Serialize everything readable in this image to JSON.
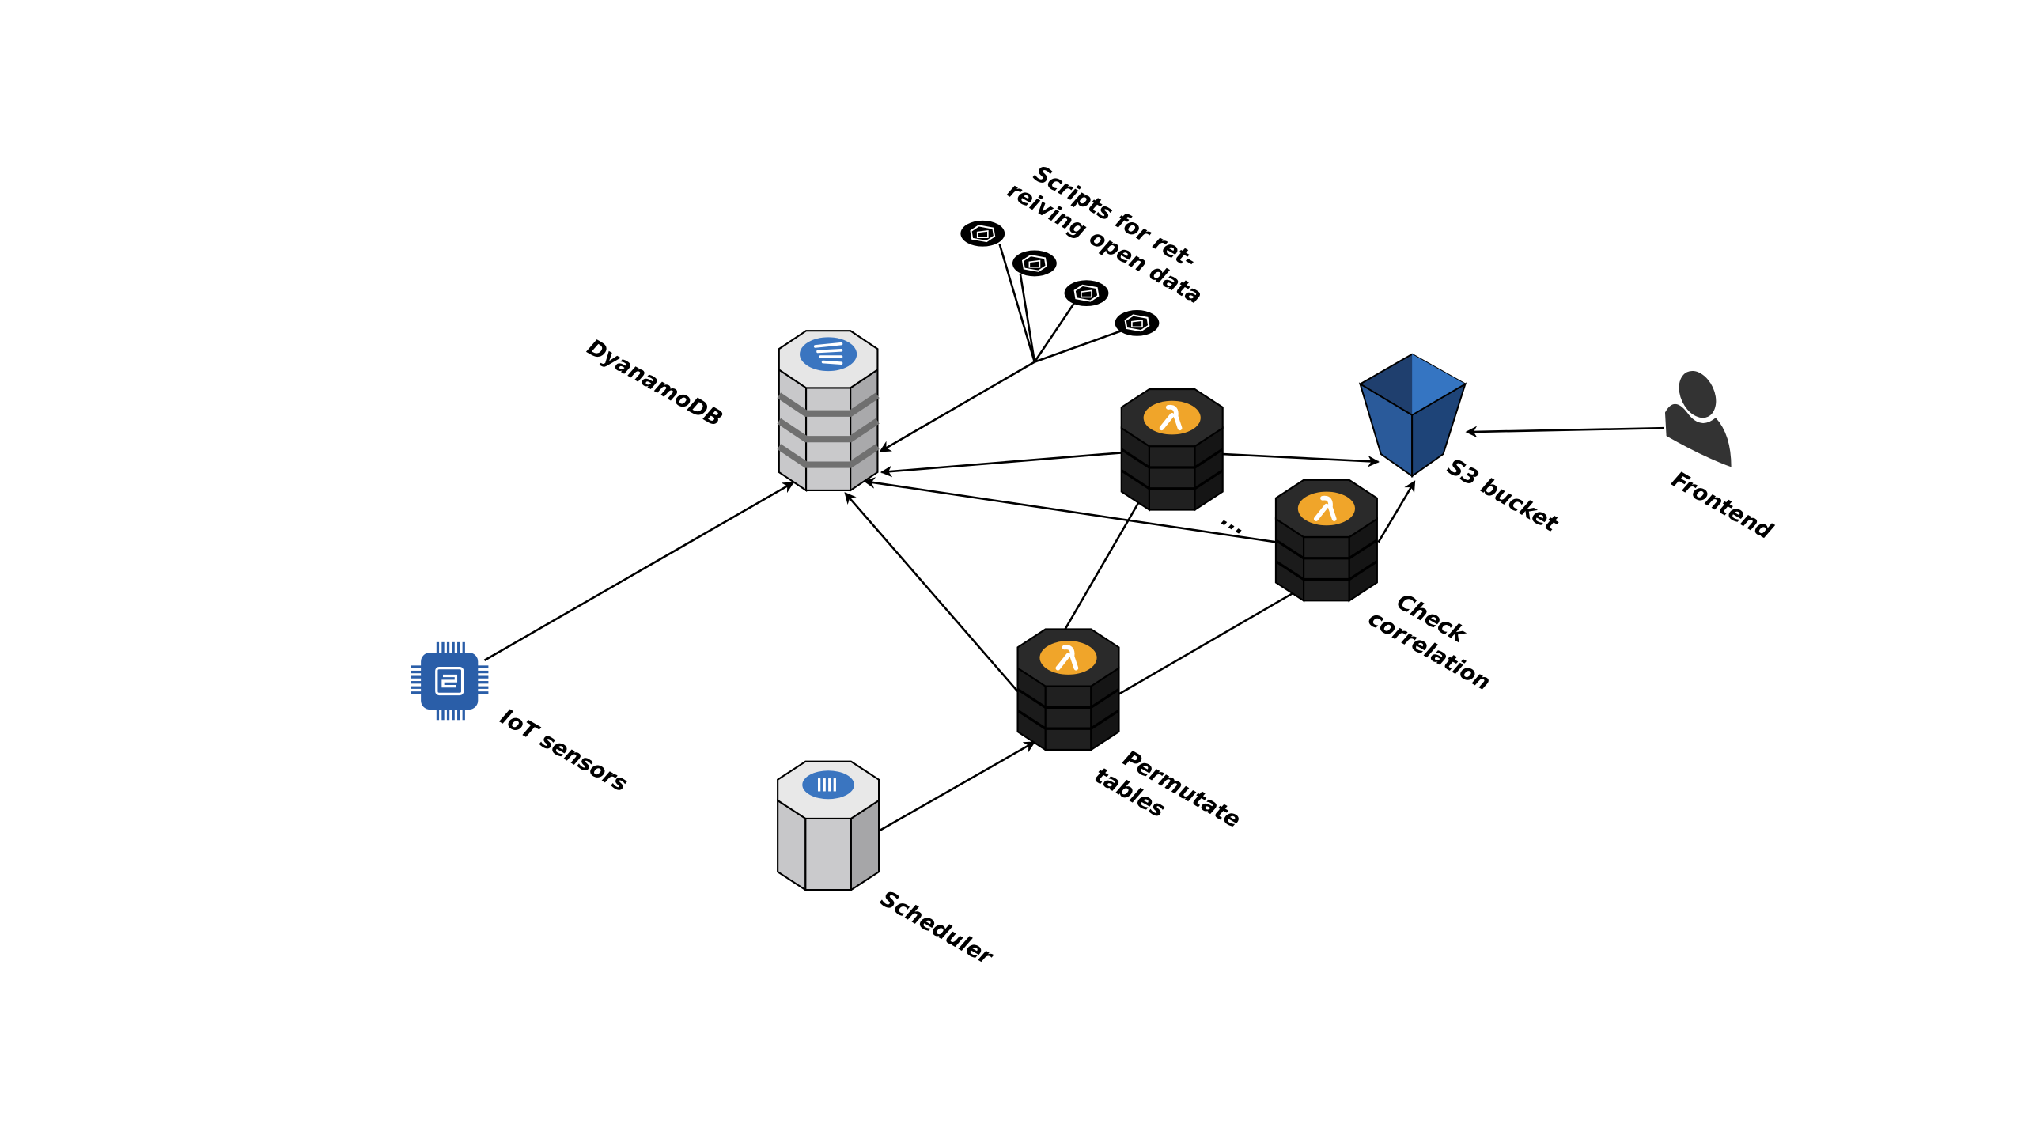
{
  "nodes": {
    "iot": {
      "label": "IoT sensors",
      "icon": "chip-icon",
      "color": "#2a5ea8"
    },
    "dynamodb": {
      "label": "DyanamoDB",
      "icon": "dynamodb-icon",
      "color": "#3a75c0"
    },
    "scripts": {
      "label_line1": "Scripts for ret-",
      "label_line2": "reiving open data",
      "icon": "cube-icon"
    },
    "lambda_unnamed": {
      "icon": "lambda-icon",
      "color": "#f0a52a"
    },
    "ellipsis": {
      "label": "..."
    },
    "check_correlation": {
      "label_line1": "Check",
      "label_line2": "correlation",
      "icon": "lambda-icon"
    },
    "permutate_tables": {
      "label_line1": "Permutate",
      "label_line2": "tables",
      "icon": "lambda-icon"
    },
    "s3": {
      "label": "S3 bucket",
      "icon": "s3-bucket-icon",
      "color": "#2e64a8"
    },
    "frontend": {
      "label": "Frontend",
      "icon": "user-icon"
    },
    "scheduler": {
      "label": "Scheduler",
      "icon": "scheduler-icon"
    }
  }
}
